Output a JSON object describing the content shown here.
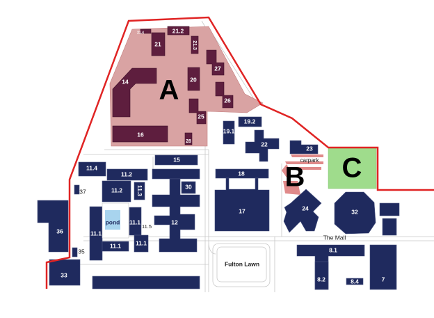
{
  "map": {
    "colors": {
      "boundary": "#e02424",
      "building": "#1f2a5e",
      "zone_a": "#d9a3a3",
      "zone_a_building": "#5e1e3e",
      "zone_b": "#e08a8a",
      "zone_c": "#9fdc8c",
      "pond": "#a8d4ee"
    },
    "zones": {
      "a": "A",
      "b": "B",
      "c": "C"
    },
    "places": {
      "pond": "pond",
      "carpark": "carpark",
      "the_mall": "The Mall",
      "fulton_lawn": "Fulton Lawn"
    },
    "buildings": {
      "b14": "14",
      "b16": "16",
      "b20": "20",
      "b21": "21",
      "b21_2": "21.2",
      "b21_3": "21.3",
      "b21_4": "21.4",
      "b25": "25",
      "b26": "26",
      "b27": "27",
      "b28": "28",
      "b19_1": "19.1",
      "b19_2": "19.2",
      "b22": "22",
      "b23": "23",
      "b15": "15",
      "b18": "18",
      "b17": "17",
      "b24": "24",
      "b32": "32",
      "b30": "30",
      "b12": "12",
      "b11_4": "11.4",
      "b11_2a": "11.2",
      "b11_2b": "11.2",
      "b11_3": "11.3",
      "b11_1a": "11.1",
      "b11_1b": "11.1",
      "b11_1c": "11.1",
      "b11_1d": "11.1",
      "b11_5": "11.5",
      "b37": "37",
      "b36": "36",
      "b35": "35",
      "b33": "33",
      "b8_1": "8.1",
      "b8_2": "8.2",
      "b8_4": "8.4",
      "b7": "7"
    }
  }
}
